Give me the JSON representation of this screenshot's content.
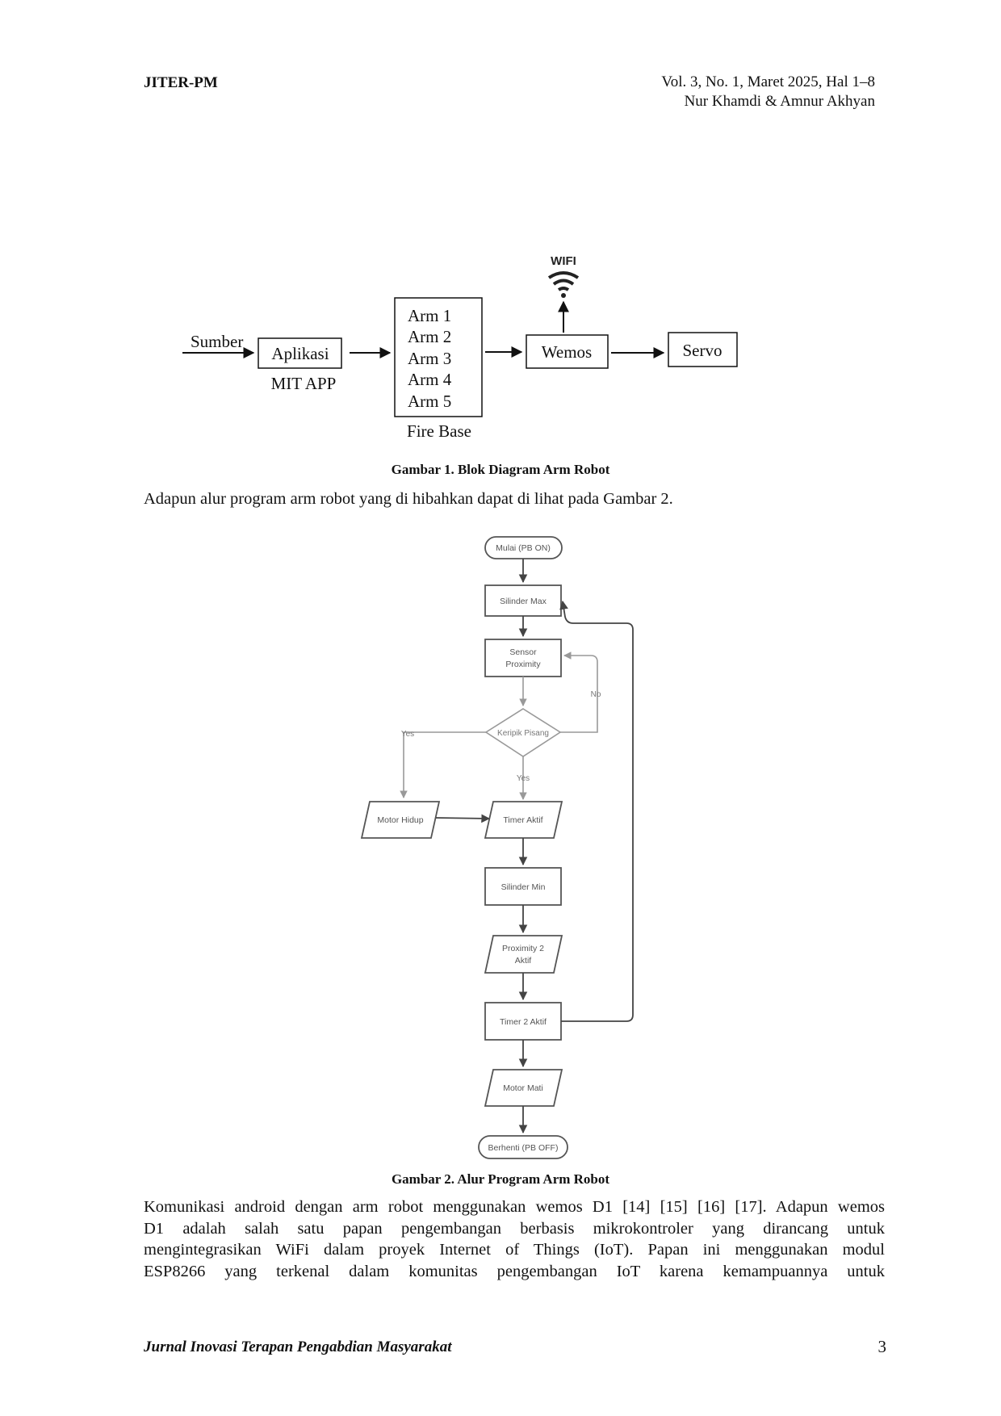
{
  "header": {
    "journal_short": "JITER-PM",
    "volume_info": "Vol. 3, No. 1, Maret 2025, Hal 1–8",
    "authors": "Nur Khamdi & Amnur Akhyan"
  },
  "figure1": {
    "wifi_label": "WIFI",
    "sumber": "Sumber",
    "aplikasi": "Aplikasi",
    "mit_app": "MIT APP",
    "arms": [
      "Arm 1",
      "Arm 2",
      "Arm 3",
      "Arm 4",
      "Arm 5"
    ],
    "firebase": "Fire Base",
    "wemos": "Wemos",
    "servo": "Servo",
    "caption": "Gambar 1. Blok Diagram Arm Robot"
  },
  "intro_text": "Adapun alur program arm robot yang di hibahkan dapat di lihat pada Gambar 2.",
  "figure2": {
    "start": "Mulai (PB ON)",
    "silinder_max": "Silinder Max",
    "sensor_line1": "Sensor",
    "sensor_line2": "Proximity",
    "no_label": "No",
    "decision": "Keripik Pisang",
    "yes_left": "Yes",
    "yes_down": "Yes",
    "motor_hidup": "Motor Hidup",
    "timer_aktif": "Timer Aktif",
    "silinder_min": "Silinder Min",
    "proximity2_line1": "Proximity 2",
    "proximity2_line2": "Aktif",
    "timer2": "Timer 2 Aktif",
    "motor_mati": "Motor Mati",
    "end": "Berhenti (PB OFF)",
    "caption": "Gambar 2. Alur Program Arm Robot"
  },
  "body_lines": [
    "Komunikasi android dengan arm robot menggunakan wemos D1 [14] [15] [16] [17]. Adapun wemos",
    "D1 adalah salah satu papan pengembangan berbasis mikrokontroler yang dirancang untuk",
    "mengintegrasikan WiFi dalam proyek Internet of Things (IoT). Papan ini menggunakan modul",
    "ESP8266 yang terkenal dalam komunitas pengembangan IoT karena kemampuannya untuk"
  ],
  "footer": {
    "journal_name": "Jurnal Inovasi Terapan Pengabdian Masyarakat",
    "page_number": "3"
  }
}
